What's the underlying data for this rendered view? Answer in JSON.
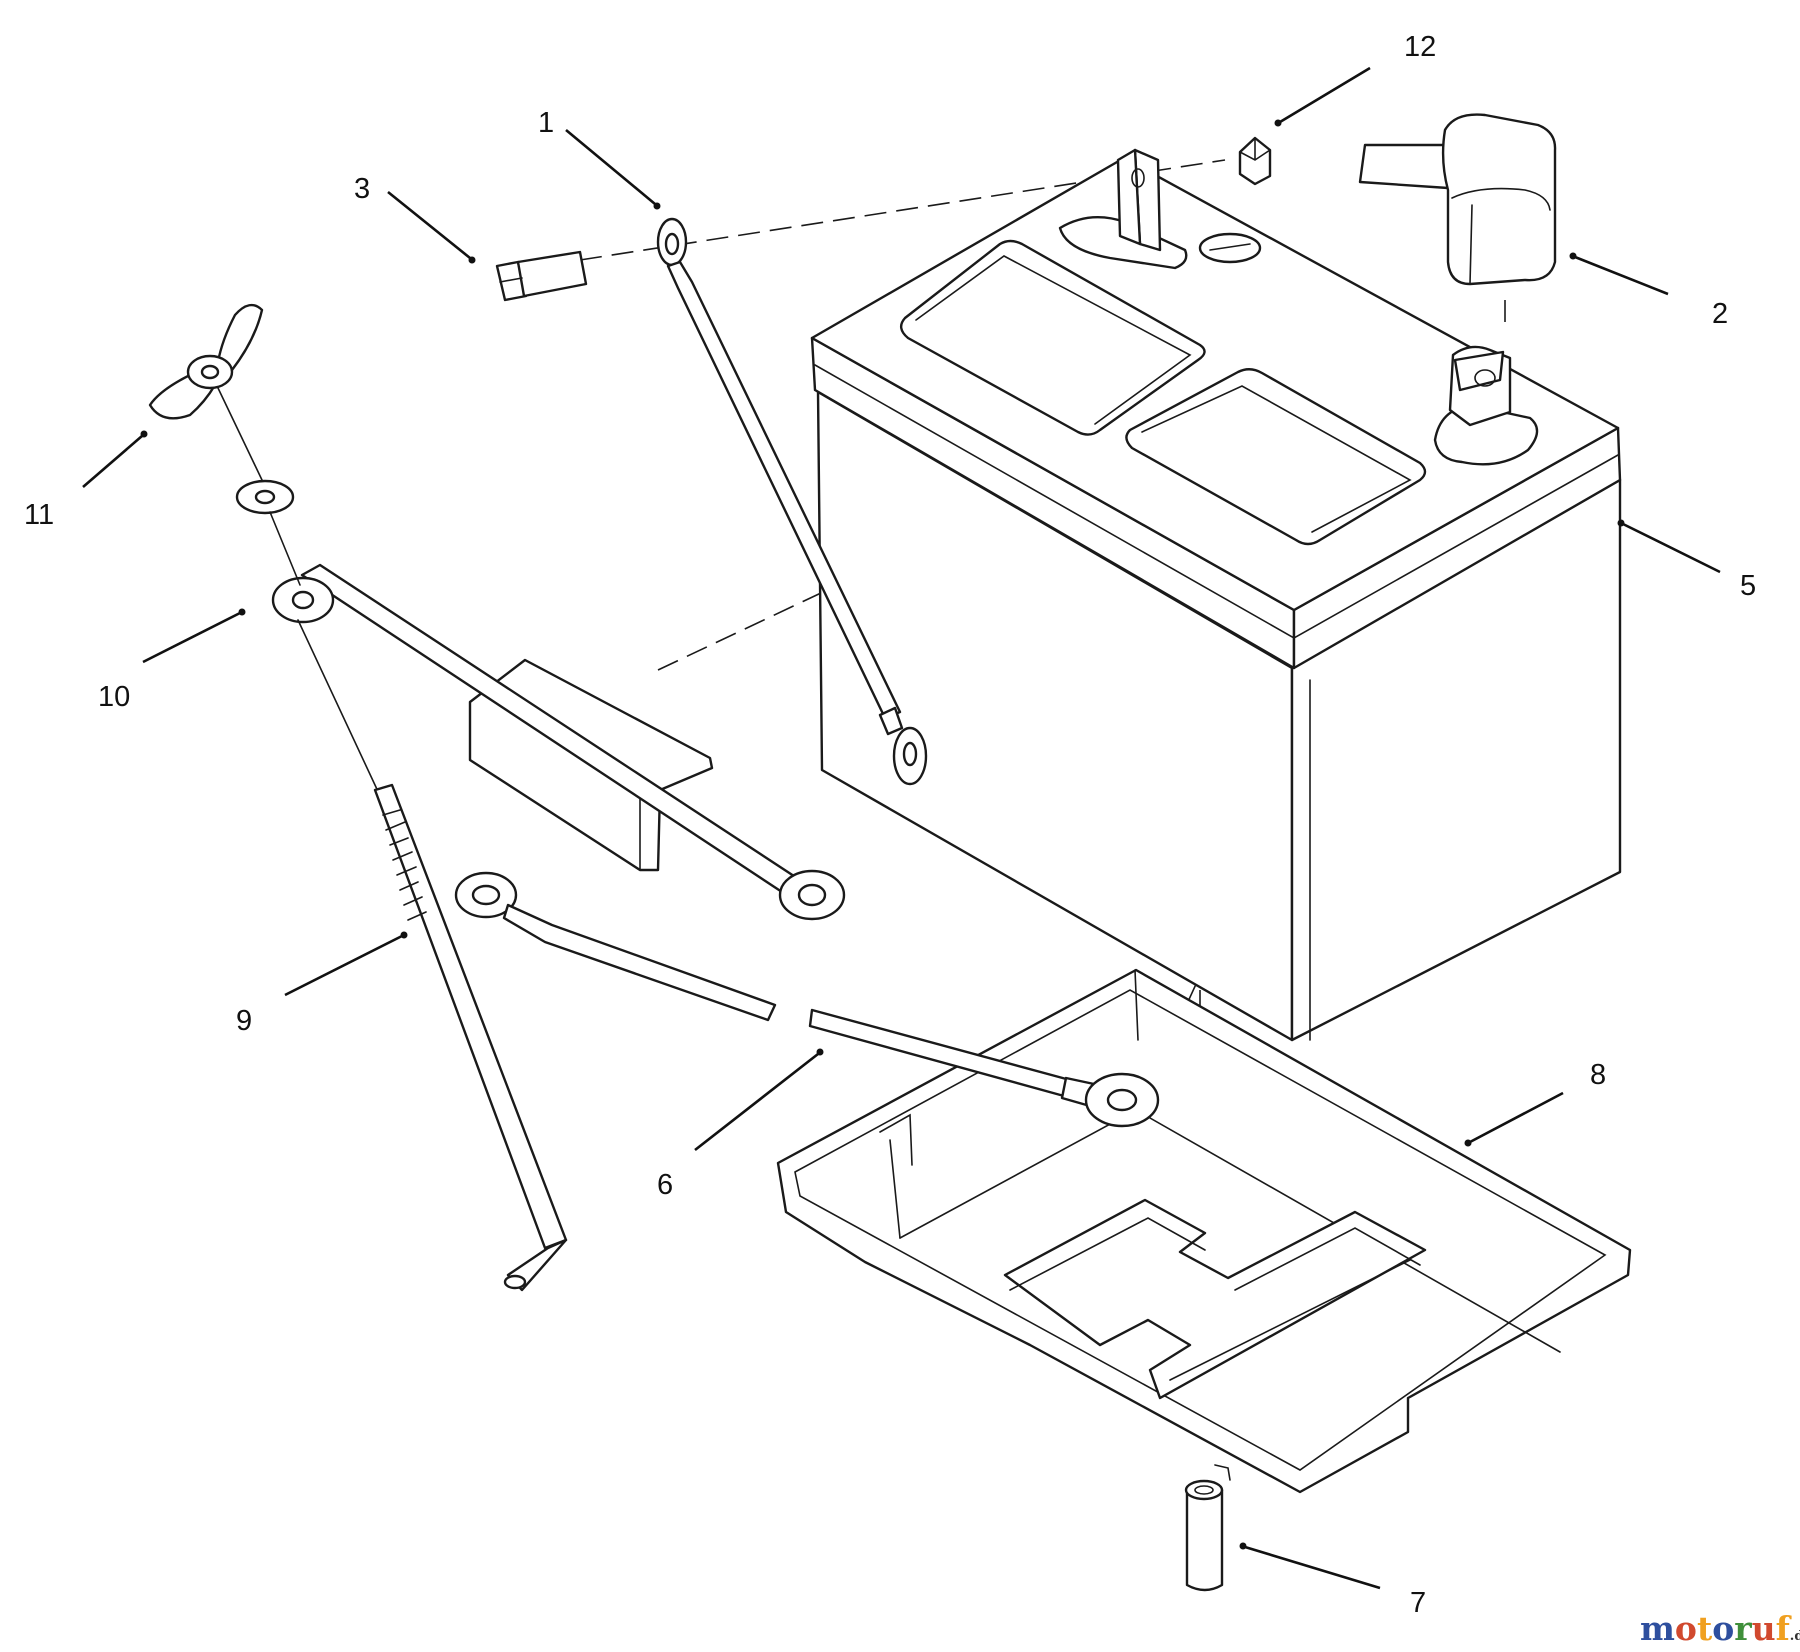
{
  "callouts": {
    "c1": "1",
    "c2": "2",
    "c3": "3",
    "c5": "5",
    "c6": "6",
    "c7": "7",
    "c8": "8",
    "c9": "9",
    "c10": "10",
    "c11": "11",
    "c12": "12"
  },
  "watermark": {
    "text": "motoruf",
    "suffix": ".de",
    "colors": [
      "#2e4f9e",
      "#d1492e",
      "#f0a020",
      "#2e4f9e",
      "#3f8f3a",
      "#d1492e",
      "#f0a020"
    ]
  }
}
